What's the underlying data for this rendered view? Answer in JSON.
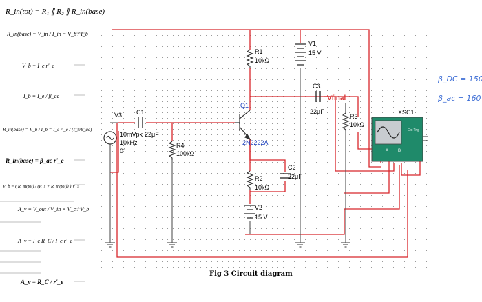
{
  "notes": {
    "title_eq": "R_in(tot) = R₁ ∥ R₂ ∥ R_in(base)",
    "eq1": "R_in(base) = V_in / I_in = V_b / I_b",
    "eq2": "V_b = I_e r'_e",
    "eq3": "I_b = I_e / β_ac",
    "eq4": "R_in(base) = V_b / I_b = I_e r'_e / (I_e/β_ac)",
    "eq5": "R_in(base) = β_ac r'_e",
    "eq6": "V_b = ( R_in(tot) / (R_s + R_in(tot)) ) V_s",
    "eq7": "A_v = V_out / V_in = V_c / V_b",
    "eq8": "A_v = I_c R_C / I_e r'_e",
    "eq9": "A_v = R_C / r'_e"
  },
  "handwriting": {
    "beta_dc": "β_DC = 150",
    "beta_ac": "β_ac = 160"
  },
  "circuit": {
    "v1_name": "V1",
    "v1_value": "15 V",
    "r1_name": "R1",
    "r1_value": "10kΩ",
    "q1_name": "Q1",
    "q1_model": "2N2222A",
    "c3_name": "C3",
    "c3_value": "22μF",
    "vfinal": "Vfinal",
    "r3_name": "R3",
    "r3_value": "10kΩ",
    "xsc1": "XSC1",
    "scope_ext": "Ext Trig",
    "scope_a": "A",
    "scope_b": "B",
    "v3_name": "V3",
    "v3_amp": "10mVpk",
    "v3_freq": "10kHz",
    "v3_phase": "0°",
    "c1_name": "C1",
    "c1_value": "22μF",
    "r4_name": "R4",
    "r4_value": "100kΩ",
    "r2_name": "R2",
    "r2_value": "10kΩ",
    "c2_name": "C2",
    "c2_value": "22μF",
    "v2_name": "V2",
    "v2_value": "15 V"
  },
  "caption": "Fig 3 Circuit diagram",
  "colors": {
    "wire_red": "#d8262b",
    "wire_gray": "#555555",
    "label_blue": "#1a3fbf",
    "handwriting": "#3f6fd6",
    "vfinal": "#d93b3b"
  }
}
